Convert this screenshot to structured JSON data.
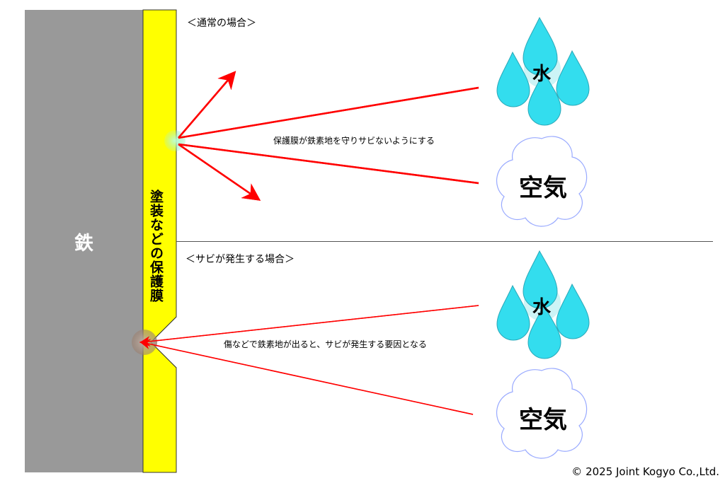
{
  "labels": {
    "iron": "鉄",
    "protective_film": "塗装などの保護膜",
    "normal_case": "＜通常の場合＞",
    "rust_case": "＜サビが発生する場合＞",
    "normal_caption": "保護膜が鉄素地を守りサビないようにする",
    "rust_caption": "傷などで鉄素地が出ると、サビが発生する要因となる",
    "water": "水",
    "air": "空気",
    "copyright": "© 2025 Joint Kogyo Co.,Ltd."
  },
  "colors": {
    "iron": "#999999",
    "film": "#ffff00",
    "arrow": "#ff0000",
    "water": "#33ddee",
    "cloud_stroke": "#99aaff"
  }
}
